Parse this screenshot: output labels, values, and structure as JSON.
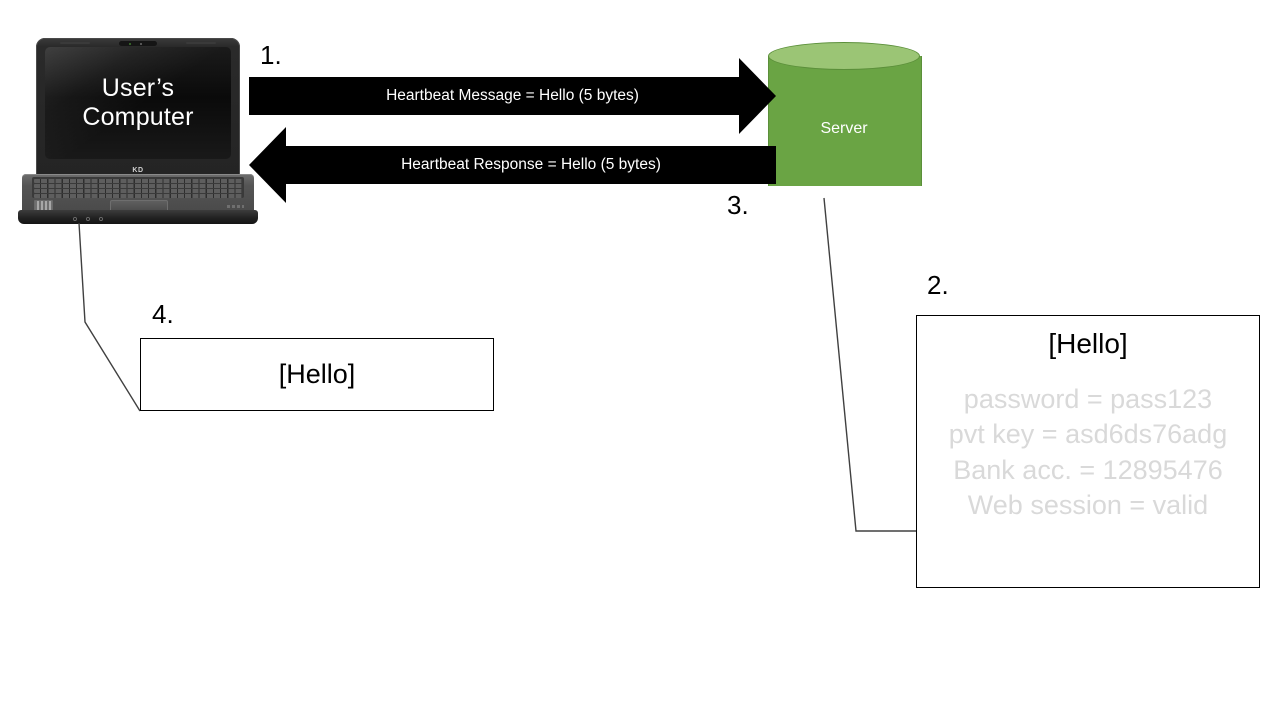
{
  "diagram": {
    "title": "Heartbleed heartbeat exchange",
    "colors": {
      "server_body": "#6aa444",
      "server_top": "#9bc575",
      "arrow": "#000000",
      "leak_text": "#d9d9d9",
      "box_border": "#000000",
      "screen_text": "#ffffff"
    }
  },
  "laptop": {
    "screen_line1": "User’s",
    "screen_line2": "Computer",
    "bezel_brand": "KD"
  },
  "server": {
    "label": "Server"
  },
  "steps": [
    {
      "id": "1",
      "label": "1."
    },
    {
      "id": "2",
      "label": "2."
    },
    {
      "id": "3",
      "label": "3."
    },
    {
      "id": "4",
      "label": "4."
    }
  ],
  "arrows": [
    {
      "id": "request",
      "direction": "right",
      "label": "Heartbeat Message = Hello (5 bytes)"
    },
    {
      "id": "response",
      "direction": "left",
      "label": "Heartbeat Response = Hello (5 bytes)"
    }
  ],
  "user_buffer": {
    "text": "[Hello]"
  },
  "server_memory": {
    "header": "[Hello]",
    "leaked_lines": [
      "password = pass123",
      "pvt key = asd6ds76adg",
      "Bank acc. = 12895476",
      "Web session = valid"
    ]
  }
}
